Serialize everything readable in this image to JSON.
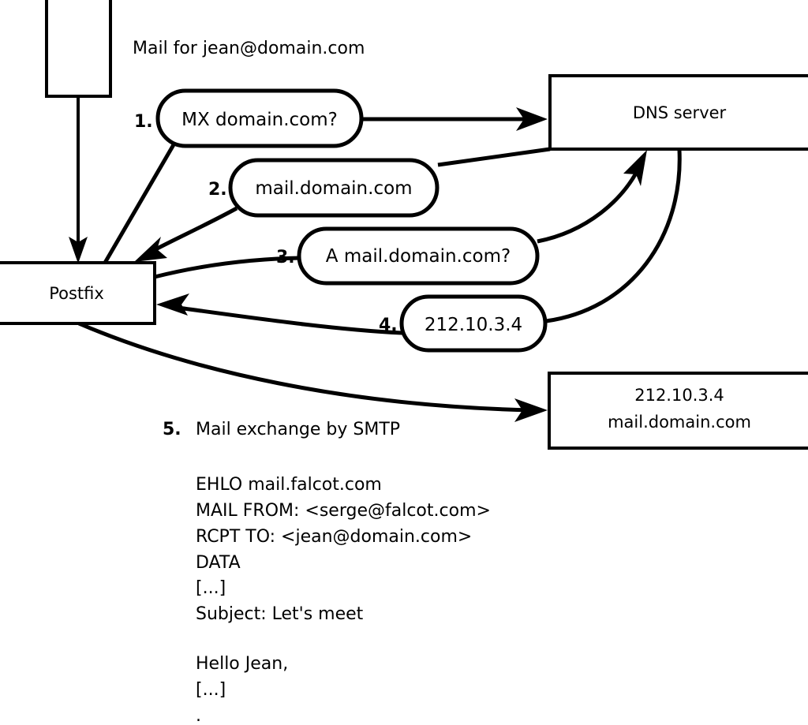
{
  "diagram": {
    "title_caption": "Mail for jean@domain.com",
    "nodes": [
      {
        "id": "sender",
        "label": "",
        "kind": "box"
      },
      {
        "id": "postfix",
        "label": "Postfix",
        "kind": "box"
      },
      {
        "id": "dns",
        "label": "DNS server",
        "kind": "box"
      },
      {
        "id": "target",
        "label_line1": "212.10.3.4",
        "label_line2": "mail.domain.com",
        "kind": "box"
      }
    ],
    "steps": [
      {
        "num": "1.",
        "label": "MX domain.com?"
      },
      {
        "num": "2.",
        "label": "mail.domain.com"
      },
      {
        "num": "3.",
        "label": "A mail.domain.com?"
      },
      {
        "num": "4.",
        "label": "212.10.3.4"
      },
      {
        "num": "5.",
        "label": "Mail exchange by SMTP"
      }
    ],
    "transcript": [
      "EHLO mail.falcot.com",
      "MAIL FROM: <serge@falcot.com>",
      "RCPT TO: <jean@domain.com>",
      "DATA",
      "[...]",
      "Subject: Let's meet",
      "",
      "Hello Jean,",
      "[...]",
      "",
      "."
    ],
    "colors": {
      "stroke": "#000000",
      "fill": "#ffffff",
      "text": "#000000"
    }
  }
}
